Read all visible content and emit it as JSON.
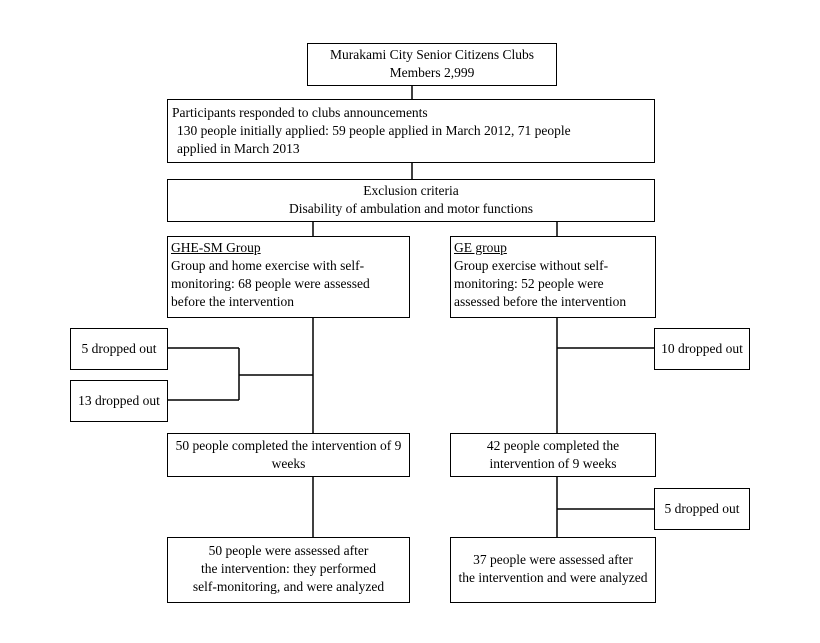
{
  "flowchart": {
    "top": {
      "line1": "Murakami City Senior Citizens Clubs",
      "line2": "Members 2,999"
    },
    "participants": {
      "line1": "Participants responded to clubs announcements",
      "line2": "130 people initially applied: 59 people applied in March 2012, 71 people",
      "line3": "applied in March 2013"
    },
    "exclusion": {
      "line1": "Exclusion criteria",
      "line2": "Disability of ambulation and motor functions"
    },
    "ghe_group": {
      "title": "GHE-SM Group",
      "line1": "Group and home exercise with self-",
      "line2": "monitoring: 68 people were assessed",
      "line3": "before the intervention"
    },
    "ge_group": {
      "title": "GE group",
      "line1": "Group exercise without self-",
      "line2": "monitoring: 52 people were",
      "line3": "assessed before the intervention"
    },
    "dropouts": {
      "left_1": "5 dropped out",
      "left_2": "13 dropped out",
      "right_1": "10 dropped out",
      "right_2": "5 dropped out"
    },
    "ghe_completed": {
      "line1": "50 people completed the intervention of 9",
      "line2": "weeks"
    },
    "ge_completed": {
      "line1": "42 people completed the",
      "line2": "intervention of 9 weeks"
    },
    "ghe_assessed": {
      "line1": "50 people were assessed after",
      "line2": "the intervention: they performed",
      "line3": "self-monitoring, and were analyzed"
    },
    "ge_assessed": {
      "line1": "37 people were assessed after",
      "line2": "the intervention and were analyzed"
    }
  }
}
